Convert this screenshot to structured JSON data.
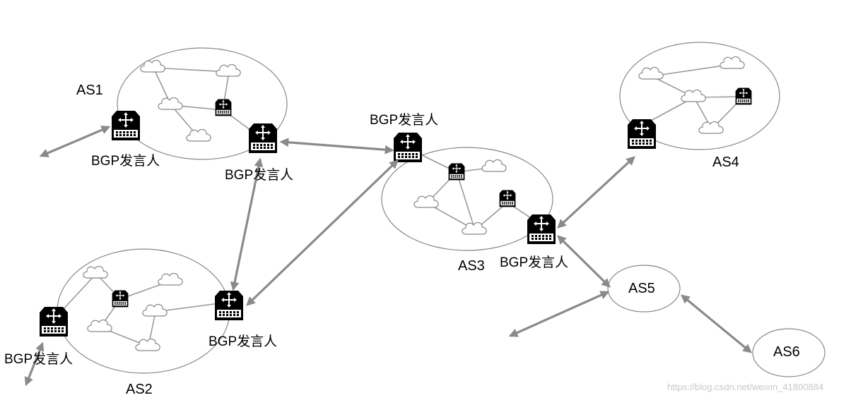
{
  "diagram": {
    "as_labels": {
      "as1": "AS1",
      "as2": "AS2",
      "as3": "AS3",
      "as4": "AS4",
      "as5": "AS5",
      "as6": "AS6"
    },
    "speaker_labels": {
      "as1_left": "BGP发言人",
      "as1_right": "BGP发言人",
      "as2_left": "BGP发言人",
      "as2_right": "BGP发言人",
      "as3_top": "BGP发言人",
      "as3_right": "BGP发言人"
    },
    "icons": [
      "router-icon",
      "small-router-icon",
      "cloud-icon"
    ],
    "colors": {
      "arrow": "#8a8a8a",
      "link": "#9a9a9a",
      "ellipse": "#888888",
      "router": "#000000"
    }
  },
  "watermark": "https://blog.csdn.net/weixin_41800884"
}
